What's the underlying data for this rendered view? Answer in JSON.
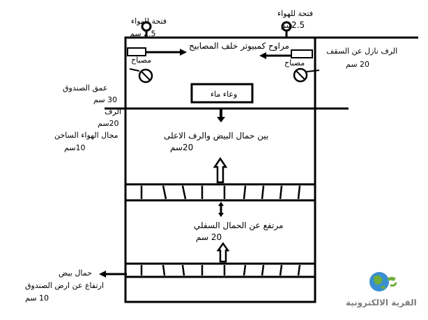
{
  "labels": {
    "vent_left": "فتحة للهواء",
    "vent_left_size": "2.5 سم",
    "vent_right": "فتحة للهواء",
    "vent_right_size": "2.5",
    "vent_right_unit": "سم",
    "fans": "مراوح كمبيوتر خلف المصابيح",
    "lamp_left": "مصباح",
    "lamp_right": "مصباح",
    "shelf_from_ceiling": "الرف نازل عن السقف",
    "shelf_from_ceiling_size": "20 سم",
    "water": "وعاء ماء",
    "box_depth": "عمق الصندوق",
    "box_depth_size": "30 سم",
    "shelf": "الرف",
    "shelf_size": "20سم",
    "hot_air": "مجال الهواء الساخن",
    "hot_air_size": "10سم",
    "between_trays": "بين حمال البيض والرف الاعلى",
    "between_trays_size": "20سم",
    "lower_tray_height": "مرتفع عن الحمال السفلي",
    "lower_tray_height_size": "20 سم",
    "egg_tray": "حمال بيض",
    "tray_from_floor": "ارتفاع عن ارض الصندوق",
    "tray_from_floor_size": "10 سم"
  },
  "brand": {
    "name": "القرية الالكترونية",
    "logo_icon": "globe-logo-icon"
  },
  "colors": {
    "line": "#000000",
    "background": "#ffffff",
    "logo_globe": "#3a8fd0",
    "logo_land": "#6fae3a",
    "brand_text": "#7a7a7a"
  }
}
